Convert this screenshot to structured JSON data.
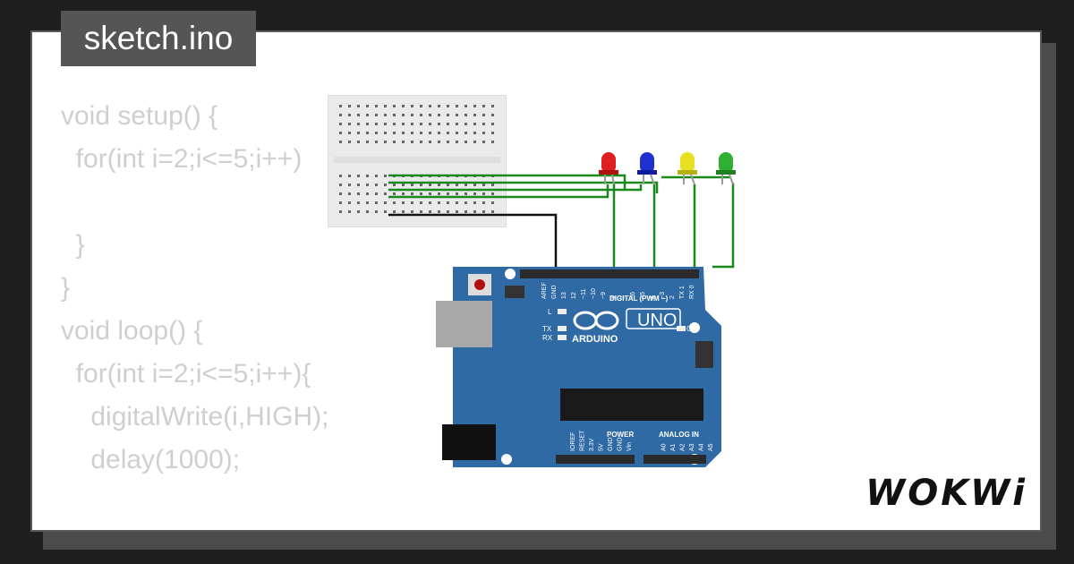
{
  "tab": {
    "filename": "sketch.ino"
  },
  "code_lines": [
    "void setup() {",
    "  for(int i=2;i<=5;i++)",
    "",
    "  }",
    "}",
    "void loop() {",
    "  for(int i=2;i<=5;i++){",
    "    digitalWrite(i,HIGH);",
    "    delay(1000);",
    ""
  ],
  "board": {
    "brand": "ARDUINO",
    "model": "UNO",
    "digital_header_label": "DIGITAL (PWM ~)",
    "power_label": "POWER",
    "analog_label": "ANALOG IN",
    "on_label": "ON",
    "l_label": "L",
    "tx_label": "TX",
    "rx_label": "RX",
    "pin_labels_top": [
      "AREF",
      "GND",
      "13",
      "12",
      "~11",
      "~10",
      "~9",
      "8",
      "7",
      "~6",
      "~5",
      "4",
      "~3",
      "2",
      "TX 1",
      "RX 0"
    ],
    "pin_labels_bottom": [
      "IOREF",
      "RESET",
      "3.3V",
      "5V",
      "GND",
      "GND",
      "Vin",
      "A0",
      "A1",
      "A2",
      "A3",
      "A4",
      "A5"
    ]
  },
  "leds": [
    {
      "color_name": "red",
      "color": "#e02020"
    },
    {
      "color_name": "blue",
      "color": "#2030d0"
    },
    {
      "color_name": "yellow",
      "color": "#e8e020"
    },
    {
      "color_name": "green",
      "color": "#30b030"
    }
  ],
  "colors": {
    "wire": "#1a8a1a",
    "board": "#2f6aa5",
    "ground_wire": "#111111"
  },
  "logo": {
    "text": "WOKWi"
  }
}
